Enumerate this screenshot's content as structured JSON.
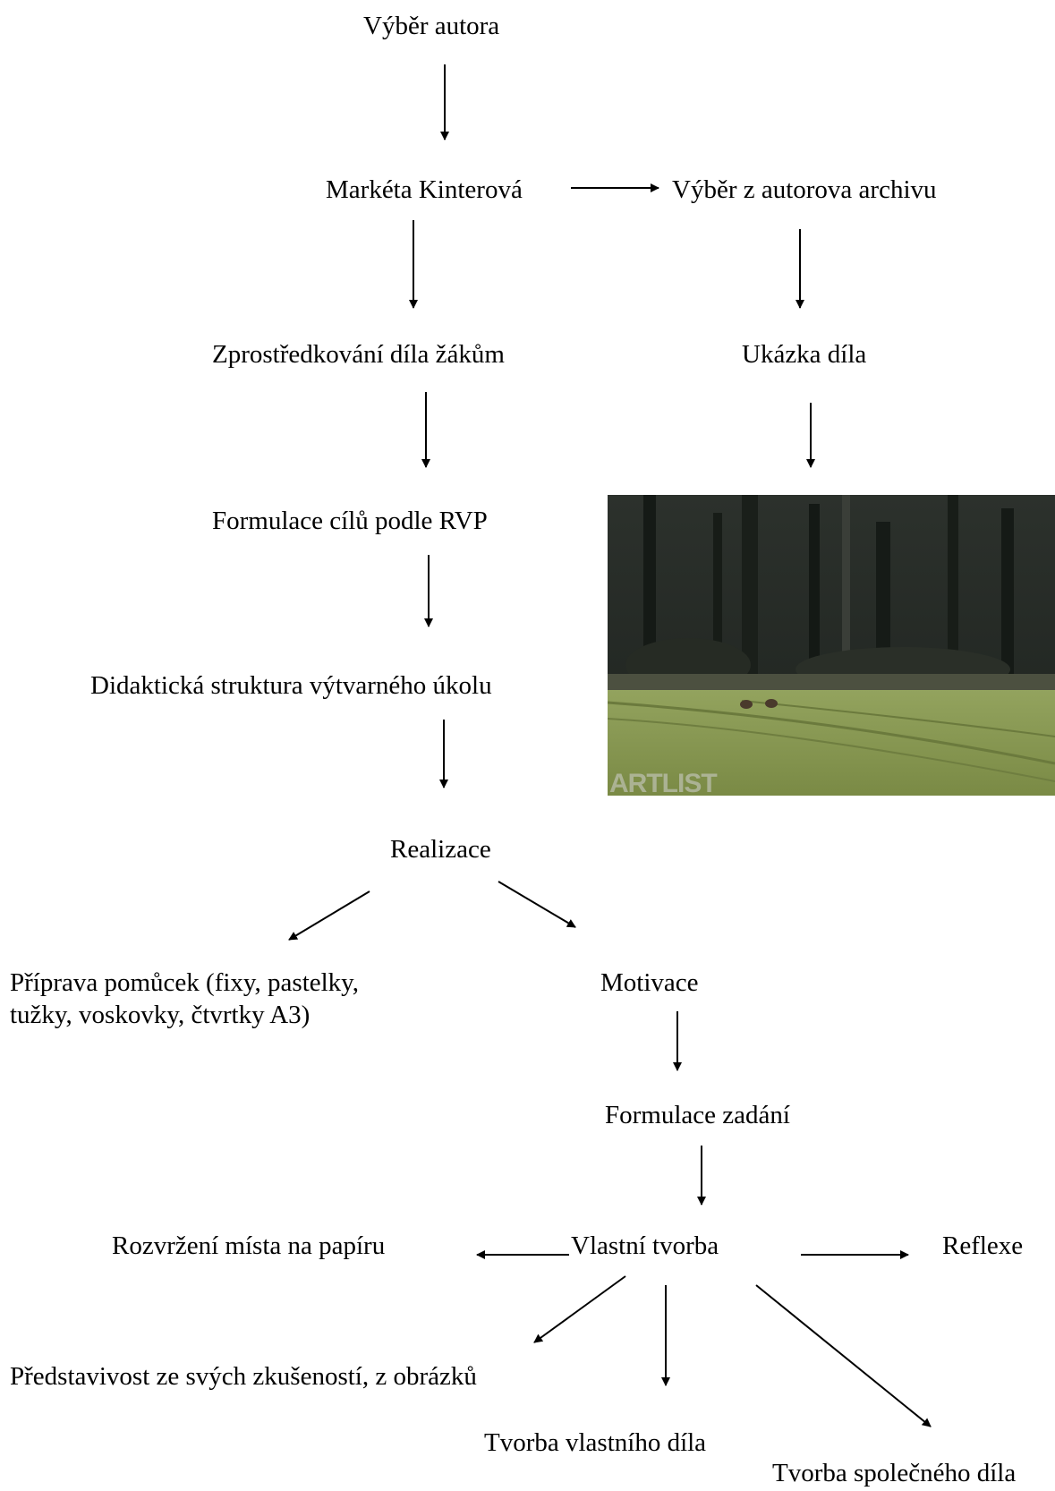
{
  "nodes": {
    "vyber_autora": "Výběr autora",
    "autor": "Markéta Kinterová",
    "vyber_archiv": "Výběr z autorova archivu",
    "zprostredkovani": "Zprostředkování díla žákům",
    "ukazka": "Ukázka díla",
    "formulace_cilu": "Formulace cílů podle RVP",
    "didakticka": "Didaktická struktura výtvarného úkolu",
    "realizace": "Realizace",
    "priprava_line1": "Příprava pomůcek (fixy, pastelky,",
    "priprava_line2": "tužky, voskovky, čtvrtky A3)",
    "motivace": "Motivace",
    "formulace_zadani": "Formulace zadání",
    "vlastni_tvorba": "Vlastní tvorba",
    "rozvrzeni": "Rozvržení místa na papíru",
    "reflexe": "Reflexe",
    "predstavivost": "Představivost ze svých zkušeností, z obrázků",
    "tvorba_vlastniho": "Tvorba vlastního díla",
    "tvorba_spolecneho": "Tvorba společného díla"
  },
  "image": {
    "watermark": "ARTLIST"
  }
}
